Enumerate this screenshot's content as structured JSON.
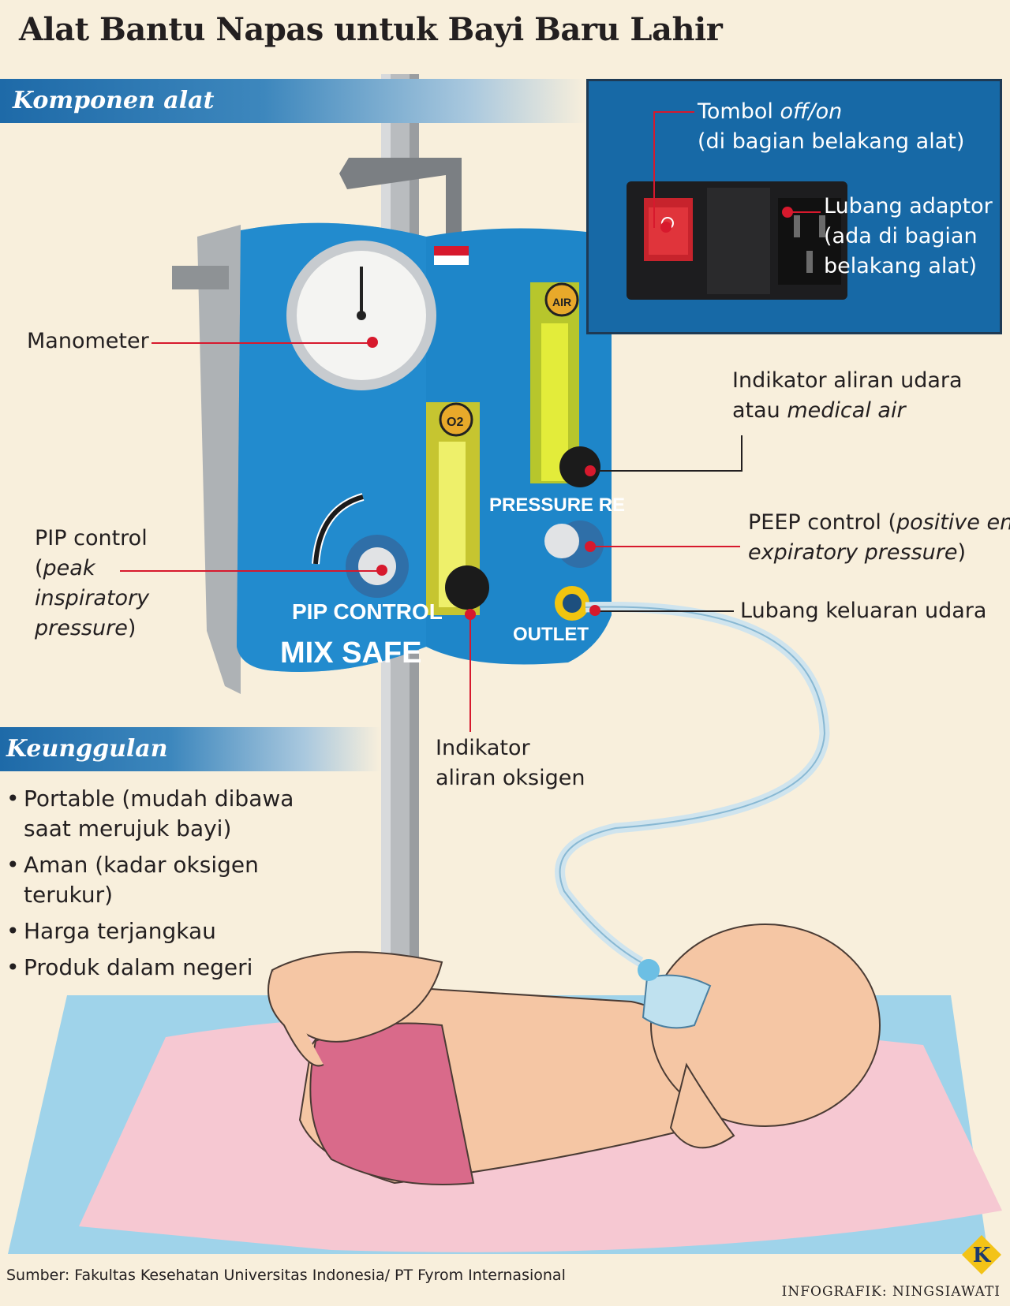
{
  "title": "Alat Bantu Napas untuk Bayi Baru Lahir",
  "sections": {
    "components": "Komponen alat",
    "advantages": "Keunggulan"
  },
  "device_text": {
    "pip_control": "PIP CONTROL",
    "brand": "MIX SAFE",
    "outlet": "OUTLET",
    "pressure": "PRESSURE RE",
    "air": "AIR",
    "o2": "O2"
  },
  "callouts": {
    "switch_line1_a": "Tombol ",
    "switch_line1_b": "off/on",
    "switch_line2": "(di bagian belakang alat)",
    "adaptor_line1": "Lubang adaptor",
    "adaptor_line2": "(ada di bagian",
    "adaptor_line3": "belakang alat)",
    "manometer": "Manometer",
    "air_line1": "Indikator aliran udara",
    "air_line2_a": "atau ",
    "air_line2_b": "medical air",
    "peep_line1_a": "PEEP control (",
    "peep_line1_b": "positive end",
    "peep_line2_a": "expiratory pressure",
    "peep_line2_b": ")",
    "pip_line1": "PIP control",
    "pip_line2_a": "(",
    "pip_line2_b": "peak",
    "pip_line3": "inspiratory",
    "pip_line4_a": "pressure",
    "pip_line4_b": ")",
    "outlet": "Lubang keluaran udara",
    "oxygen_line1": "Indikator",
    "oxygen_line2": "aliran oksigen"
  },
  "advantages": [
    "Portable (mudah dibawa saat merujuk bayi)",
    "Aman (kadar oksigen terukur)",
    "Harga terjangkau",
    "Produk dalam negeri"
  ],
  "source": "Sumber: Fakultas Kesehatan Universitas Indonesia/ PT Fyrom Internasional",
  "credit": "INFOGRAFIK: NINGSIAWATI",
  "logo_letter": "K",
  "colors": {
    "background": "#f8efdc",
    "accent_red": "#d7192d",
    "band_blue": "#1e6aa8",
    "device_blue": "#1e86c9",
    "mat_blue": "#9fd3ea",
    "blanket_pink": "#f6c8d2"
  }
}
